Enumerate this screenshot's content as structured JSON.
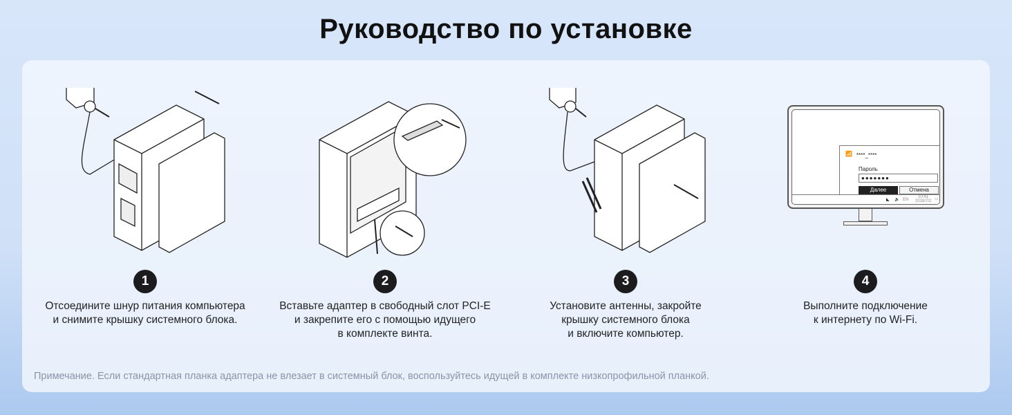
{
  "title": "Руководство по установке",
  "steps": [
    {
      "number": "1",
      "lines": [
        "Отсоедините шнур питания компьютера",
        "и снимите крышку системного блока."
      ]
    },
    {
      "number": "2",
      "lines": [
        "Вставьте адаптер в свободный слот PCI-E",
        "и закрепите его с помощью идущего",
        "в комплекте винта."
      ]
    },
    {
      "number": "3",
      "lines": [
        "Установите антенны, закройте",
        "крышку системного блока",
        "и включите компьютер."
      ]
    },
    {
      "number": "4",
      "lines": [
        "Выполните подключение",
        "к интернету по Wi-Fi."
      ]
    }
  ],
  "wifi_dialog": {
    "ssid": "****_****",
    "password_label": "Пароль",
    "password_value": "●●●●●●●",
    "next_button": "Далее",
    "cancel_button": "Отмена",
    "tray_lang": "EN",
    "tray_time": "10:41",
    "tray_date": "2018/7/2"
  },
  "note": "Примечание. Если стандартная планка адаптера не влезает в системный блок, воспользуйтесь идущей в комплекте низкопрофильной планкой."
}
